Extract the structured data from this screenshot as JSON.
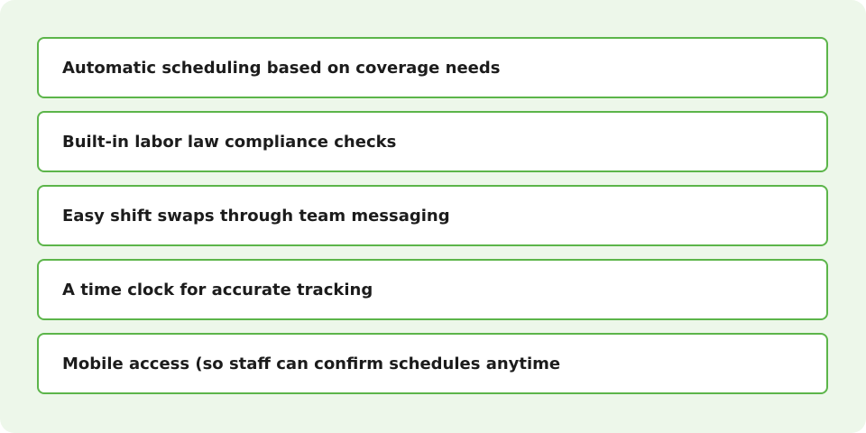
{
  "features": {
    "items": [
      {
        "label": "Automatic scheduling based on coverage needs"
      },
      {
        "label": "Built-in labor law compliance checks"
      },
      {
        "label": "Easy shift swaps through team messaging"
      },
      {
        "label": "A time clock for accurate tracking"
      },
      {
        "label": "Mobile access (so staff can confirm schedules anytime"
      }
    ]
  },
  "colors": {
    "panel_background": "#edf7ea",
    "item_border": "#5cb54a",
    "item_background": "#ffffff",
    "text": "#1c1c1c"
  }
}
